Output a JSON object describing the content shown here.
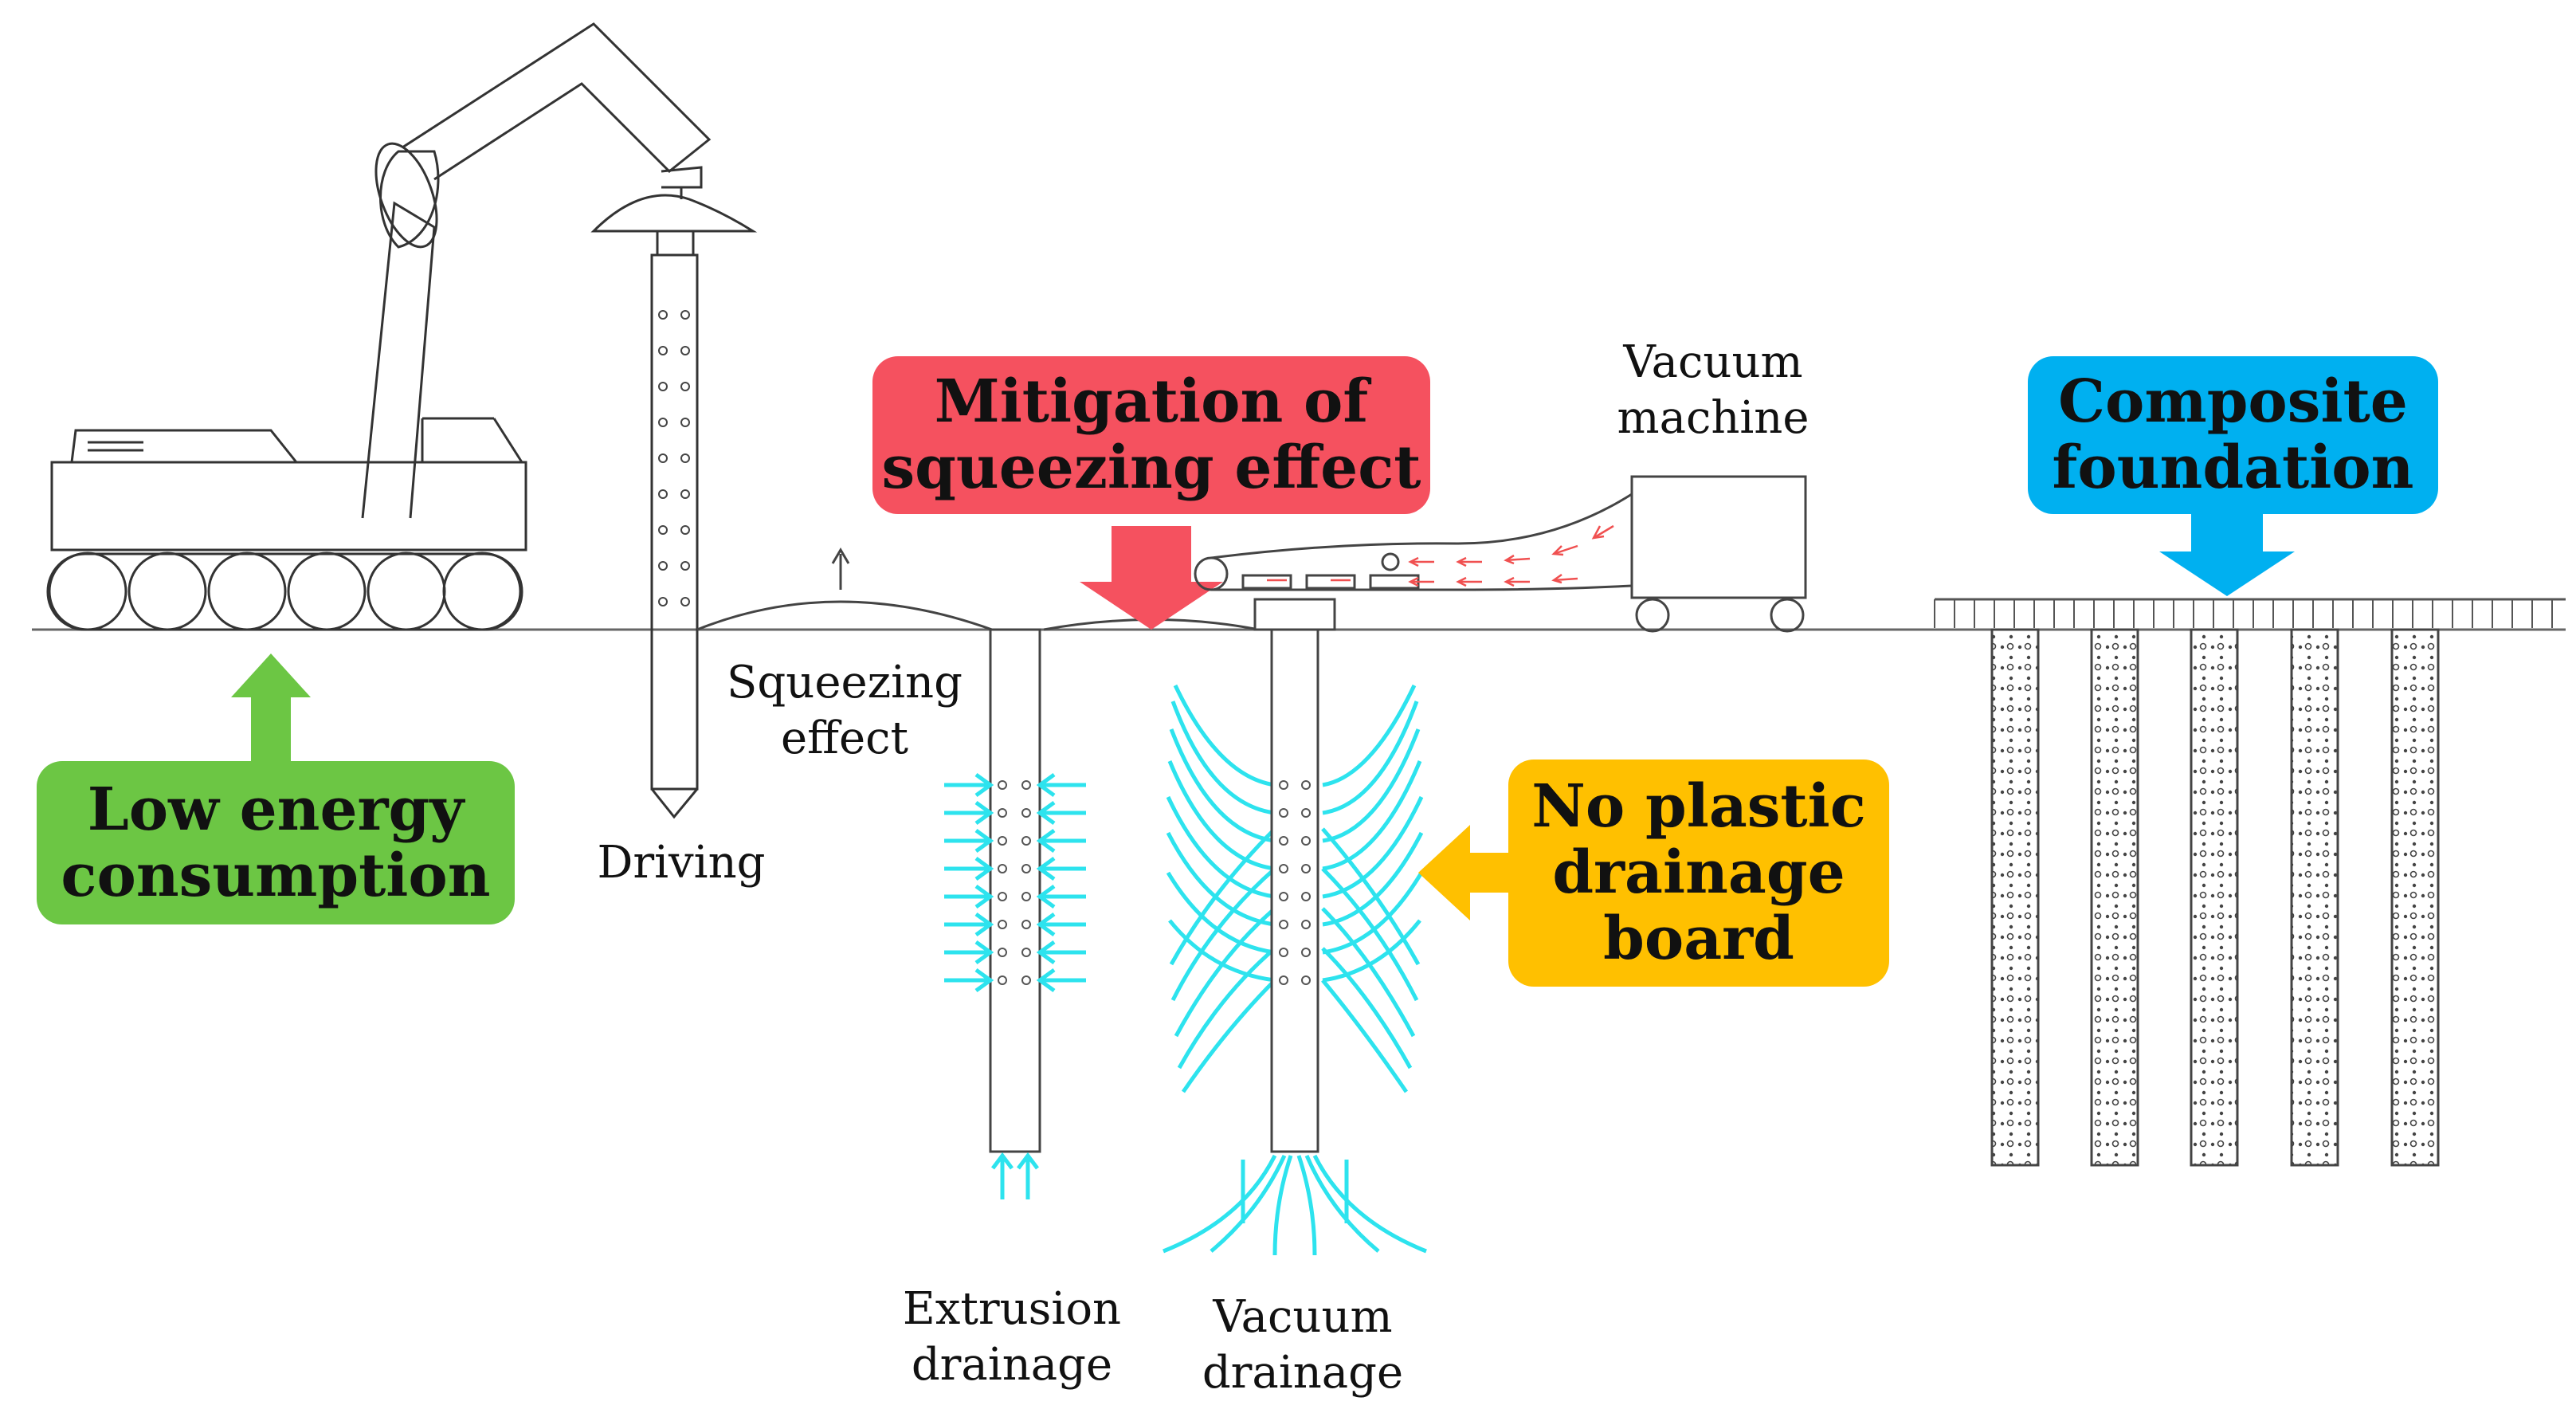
{
  "callouts": {
    "low_energy": {
      "line1": "Low energy",
      "line2": "consumption",
      "color": "#6cc644"
    },
    "mitigation": {
      "line1": "Mitigation of",
      "line2": "squeezing effect",
      "color": "#f5515f"
    },
    "composite": {
      "line1": "Composite",
      "line2": "foundation",
      "color": "#00b0f0"
    },
    "no_plastic": {
      "line1": "No plastic",
      "line2": "drainage",
      "line3": "board",
      "color": "#ffc000"
    }
  },
  "labels": {
    "vacuum_machine": {
      "line1": "Vacuum",
      "line2": "machine"
    },
    "squeezing_effect": {
      "line1": "Squeezing",
      "line2": "effect"
    },
    "driving": "Driving",
    "extrusion_drainage": {
      "line1": "Extrusion",
      "line2": "drainage"
    },
    "vacuum_drainage": {
      "line1": "Vacuum",
      "line2": "drainage"
    }
  },
  "colors": {
    "flow": "#2de3ee",
    "line": "#333333",
    "suction_arrows": "#f05050"
  }
}
